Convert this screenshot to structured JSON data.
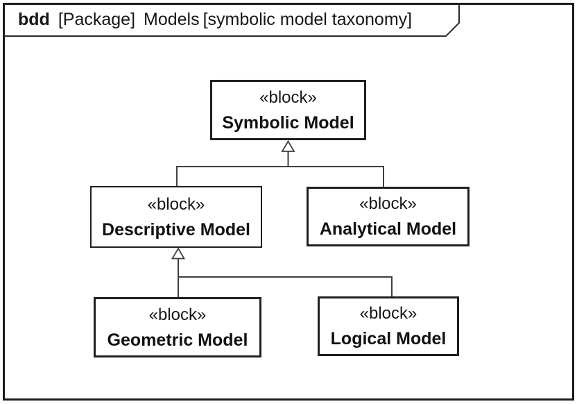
{
  "diagram": {
    "type": "SysML block definition diagram",
    "header": {
      "kind": "bdd",
      "model_type": "[Package]",
      "model_name": "Models",
      "diagram_name": "[symbolic model taxonomy]"
    },
    "blocks": [
      {
        "id": "symbolic",
        "stereotype": "«block»",
        "name": "Symbolic Model"
      },
      {
        "id": "descriptive",
        "stereotype": "«block»",
        "name": "Descriptive Model"
      },
      {
        "id": "analytical",
        "stereotype": "«block»",
        "name": "Analytical Model"
      },
      {
        "id": "geometric",
        "stereotype": "«block»",
        "name": "Geometric Model"
      },
      {
        "id": "logical",
        "stereotype": "«block»",
        "name": "Logical Model"
      }
    ],
    "relationships": [
      {
        "type": "generalization",
        "from": "Descriptive Model",
        "to": "Symbolic Model"
      },
      {
        "type": "generalization",
        "from": "Analytical Model",
        "to": "Symbolic Model"
      },
      {
        "type": "generalization",
        "from": "Geometric Model",
        "to": "Descriptive Model"
      },
      {
        "type": "generalization",
        "from": "Logical Model",
        "to": "Descriptive Model"
      }
    ],
    "colors": {
      "background": "#ffffff",
      "frame_border": "#1c1c1c",
      "block_border": "#1f1f1f",
      "connector_line": "#3f3f3f",
      "text": "#161616"
    }
  }
}
